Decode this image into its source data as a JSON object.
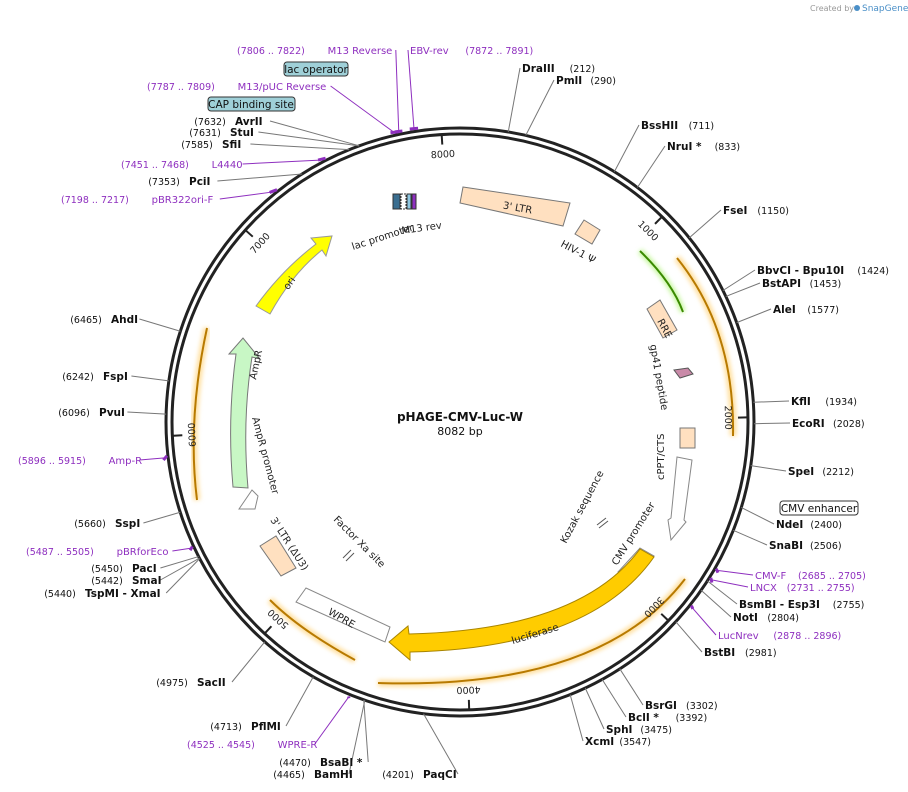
{
  "plasmid": {
    "name": "pHAGE-CMV-Luc-W",
    "length_text": "8082 bp",
    "length": 8082
  },
  "credit": {
    "created_by": "Created by",
    "brand": "SnapGene"
  },
  "colors": {
    "primer": "#8e2fbf",
    "ring": "#222222",
    "yellow": "#ffff00",
    "gold": "#ffcc00",
    "peach": "#ffe0c0",
    "green": "#c8f7c5",
    "pink": "#c98aa8"
  },
  "ticks": [
    {
      "label": "1000",
      "pos": 1000
    },
    {
      "label": "2000",
      "pos": 2000
    },
    {
      "label": "3000",
      "pos": 3000
    },
    {
      "label": "4000",
      "pos": 4000
    },
    {
      "label": "5000",
      "pos": 5000
    },
    {
      "label": "6000",
      "pos": 6000
    },
    {
      "label": "7000",
      "pos": 7000
    },
    {
      "label": "8000",
      "pos": 8000
    }
  ],
  "enzymes": [
    {
      "name": "DraIII",
      "pos_text": "(212)",
      "pos": 212
    },
    {
      "name": "PmlI",
      "pos_text": "(290)",
      "pos": 290
    },
    {
      "name": "BssHII",
      "pos_text": "(711)",
      "pos": 711
    },
    {
      "name": "NruI *",
      "pos_text": "(833)",
      "pos": 833
    },
    {
      "name": "FseI",
      "pos_text": "(1150)",
      "pos": 1150
    },
    {
      "name": "BbvCI - Bpu10I",
      "pos_text": "(1424)",
      "pos": 1424
    },
    {
      "name": "BstAPI",
      "pos_text": "(1453)",
      "pos": 1453
    },
    {
      "name": "AleI",
      "pos_text": "(1577)",
      "pos": 1577
    },
    {
      "name": "KflI",
      "pos_text": "(1934)",
      "pos": 1934
    },
    {
      "name": "EcoRI",
      "pos_text": "(2028)",
      "pos": 2028
    },
    {
      "name": "SpeI",
      "pos_text": "(2212)",
      "pos": 2212
    },
    {
      "name": "NdeI",
      "pos_text": "(2400)",
      "pos": 2400
    },
    {
      "name": "SnaBI",
      "pos_text": "(2506)",
      "pos": 2506
    },
    {
      "name": "BsmBI - Esp3I",
      "pos_text": "(2755)",
      "pos": 2755
    },
    {
      "name": "NotI",
      "pos_text": "(2804)",
      "pos": 2804
    },
    {
      "name": "BstBI",
      "pos_text": "(2981)",
      "pos": 2981
    },
    {
      "name": "BsrGI",
      "pos_text": "(3302)",
      "pos": 3302
    },
    {
      "name": "BclI *",
      "pos_text": "(3392)",
      "pos": 3392
    },
    {
      "name": "SphI",
      "pos_text": "(3475)",
      "pos": 3475
    },
    {
      "name": "XcmI",
      "pos_text": "(3547)",
      "pos": 3547
    },
    {
      "name": "PaqCI",
      "pos_text": "(4201)",
      "pos": 4201
    },
    {
      "name": "BamHI",
      "pos_text": "(4465)",
      "pos": 4465
    },
    {
      "name": "BsaBI *",
      "pos_text": "(4470)",
      "pos": 4470
    },
    {
      "name": "PflMI",
      "pos_text": "(4713)",
      "pos": 4713
    },
    {
      "name": "SacII",
      "pos_text": "(4975)",
      "pos": 4975
    },
    {
      "name": "TspMI - XmaI",
      "pos_text": "(5440)",
      "pos": 5440
    },
    {
      "name": "SmaI",
      "pos_text": "(5442)",
      "pos": 5442
    },
    {
      "name": "PacI",
      "pos_text": "(5450)",
      "pos": 5450
    },
    {
      "name": "SspI",
      "pos_text": "(5660)",
      "pos": 5660
    },
    {
      "name": "PvuI",
      "pos_text": "(6096)",
      "pos": 6096
    },
    {
      "name": "FspI",
      "pos_text": "(6242)",
      "pos": 6242
    },
    {
      "name": "AhdI",
      "pos_text": "(6465)",
      "pos": 6465
    },
    {
      "name": "PciI",
      "pos_text": "(7353)",
      "pos": 7353
    },
    {
      "name": "SfiI",
      "pos_text": "(7585)",
      "pos": 7585
    },
    {
      "name": "StuI",
      "pos_text": "(7631)",
      "pos": 7631
    },
    {
      "name": "AvrII",
      "pos_text": "(7632)",
      "pos": 7632
    }
  ],
  "primers": [
    {
      "name": "M13 Reverse",
      "range": "(7806 .. 7822)",
      "start": 7806,
      "end": 7822
    },
    {
      "name": "EBV-rev",
      "range": "(7872 .. 7891)",
      "start": 7872,
      "end": 7891
    },
    {
      "name": "M13/pUC Reverse",
      "range": "(7787 .. 7809)",
      "start": 7787,
      "end": 7809
    },
    {
      "name": "L4440",
      "range": "(7451 .. 7468)",
      "start": 7451,
      "end": 7468
    },
    {
      "name": "pBR322ori-F",
      "range": "(7198 .. 7217)",
      "start": 7198,
      "end": 7217
    },
    {
      "name": "CMV-F",
      "range": "(2685 .. 2705)",
      "start": 2685,
      "end": 2705
    },
    {
      "name": "LNCX",
      "range": "(2731 .. 2755)",
      "start": 2731,
      "end": 2755
    },
    {
      "name": "LucNrev",
      "range": "(2878 .. 2896)",
      "start": 2878,
      "end": 2896
    },
    {
      "name": "WPRE-R",
      "range": "(4525 .. 4545)",
      "start": 4525,
      "end": 4545
    },
    {
      "name": "pBRforEco",
      "range": "(5487 .. 5505)",
      "start": 5487,
      "end": 5505
    },
    {
      "name": "Amp-R",
      "range": "(5896 .. 5915)",
      "start": 5896,
      "end": 5915
    }
  ],
  "boxed_labels": [
    {
      "name": "lac operator"
    },
    {
      "name": "CAP binding site"
    },
    {
      "name": "CMV enhancer"
    }
  ],
  "features": [
    {
      "name": "3' LTR"
    },
    {
      "name": "HIV-1 Ψ"
    },
    {
      "name": "RRE"
    },
    {
      "name": "gp41 peptide"
    },
    {
      "name": "cPPT/CTS"
    },
    {
      "name": "Kozak sequence"
    },
    {
      "name": "CMV promoter"
    },
    {
      "name": "luciferase"
    },
    {
      "name": "WPRE"
    },
    {
      "name": "3' LTR (ΔU3)"
    },
    {
      "name": "Factor Xa site"
    },
    {
      "name": "AmpR promoter"
    },
    {
      "name": "AmpR"
    },
    {
      "name": "ori"
    },
    {
      "name": "lac promoter"
    },
    {
      "name": "M13 rev"
    }
  ]
}
